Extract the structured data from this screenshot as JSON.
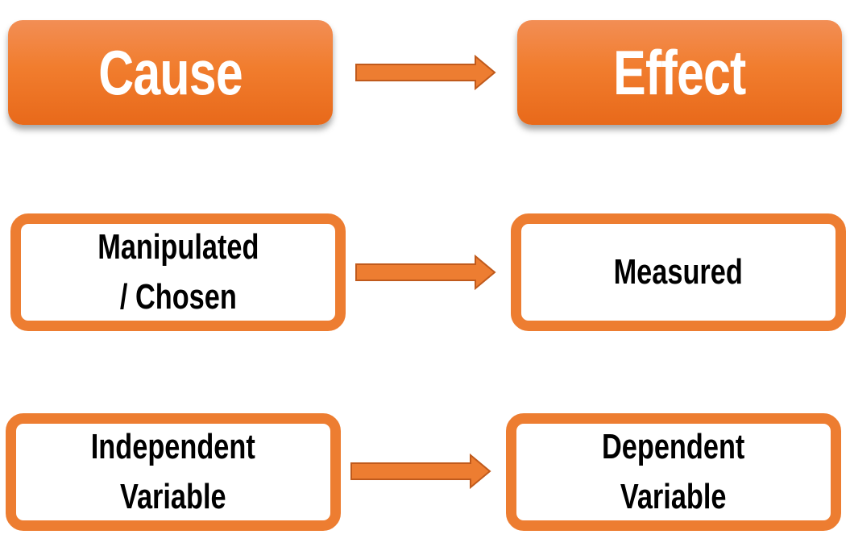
{
  "row1": {
    "cause": "Cause",
    "effect": "Effect"
  },
  "row2": {
    "cause": "Manipulated\n/ Chosen",
    "effect": "Measured"
  },
  "row3": {
    "cause": "Independent\nVariable",
    "effect": "Dependent\nVariable"
  },
  "colors": {
    "accent": "#ed7d31",
    "arrow_stroke": "#c05a1c"
  }
}
